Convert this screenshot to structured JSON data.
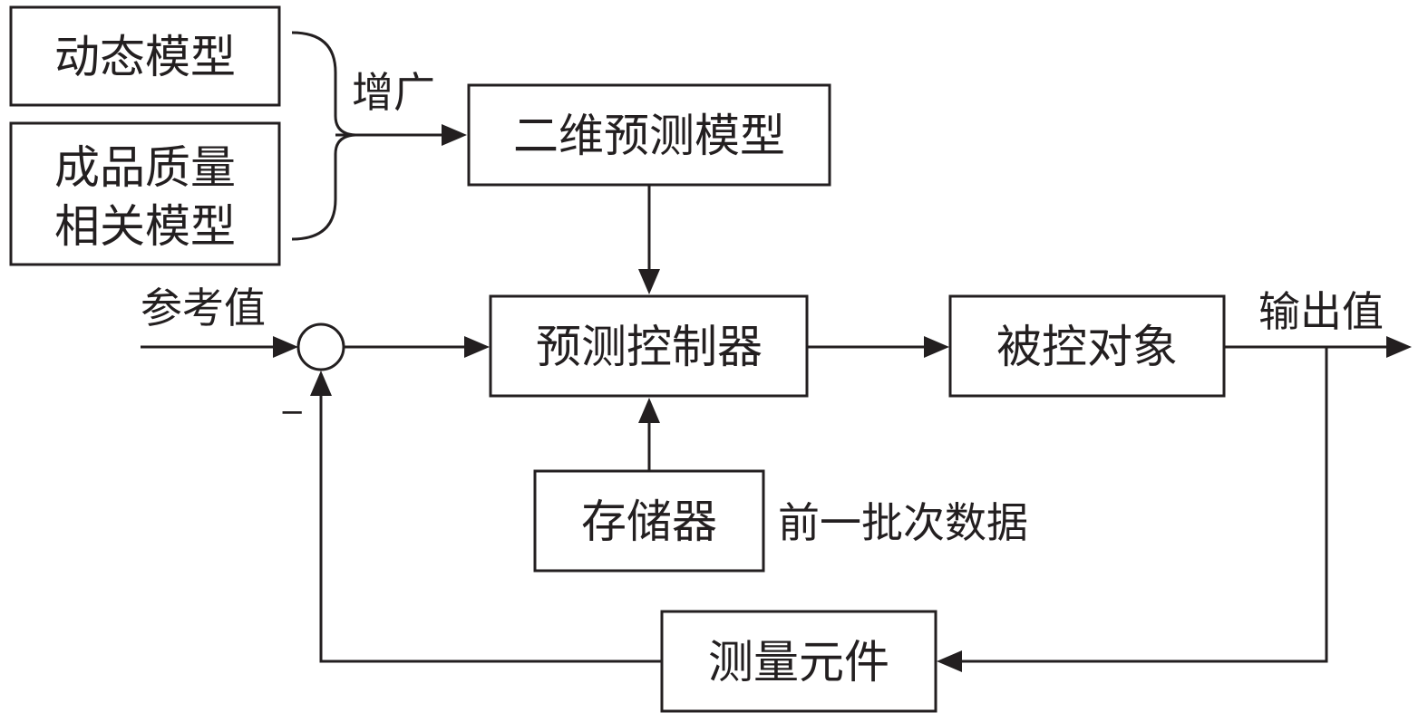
{
  "blocks": {
    "dynamic_model": "动态模型",
    "quality_model_line1": "成品质量",
    "quality_model_line2": "相关模型",
    "prediction_model_2d": "二维预测模型",
    "predictive_controller": "预测控制器",
    "controlled_object": "被控对象",
    "memory": "存储器",
    "measurement_element": "测量元件"
  },
  "labels": {
    "augment": "增广",
    "reference": "参考值",
    "output": "输出值",
    "previous_batch_data": "前一批次数据",
    "minus_sign": "−"
  }
}
